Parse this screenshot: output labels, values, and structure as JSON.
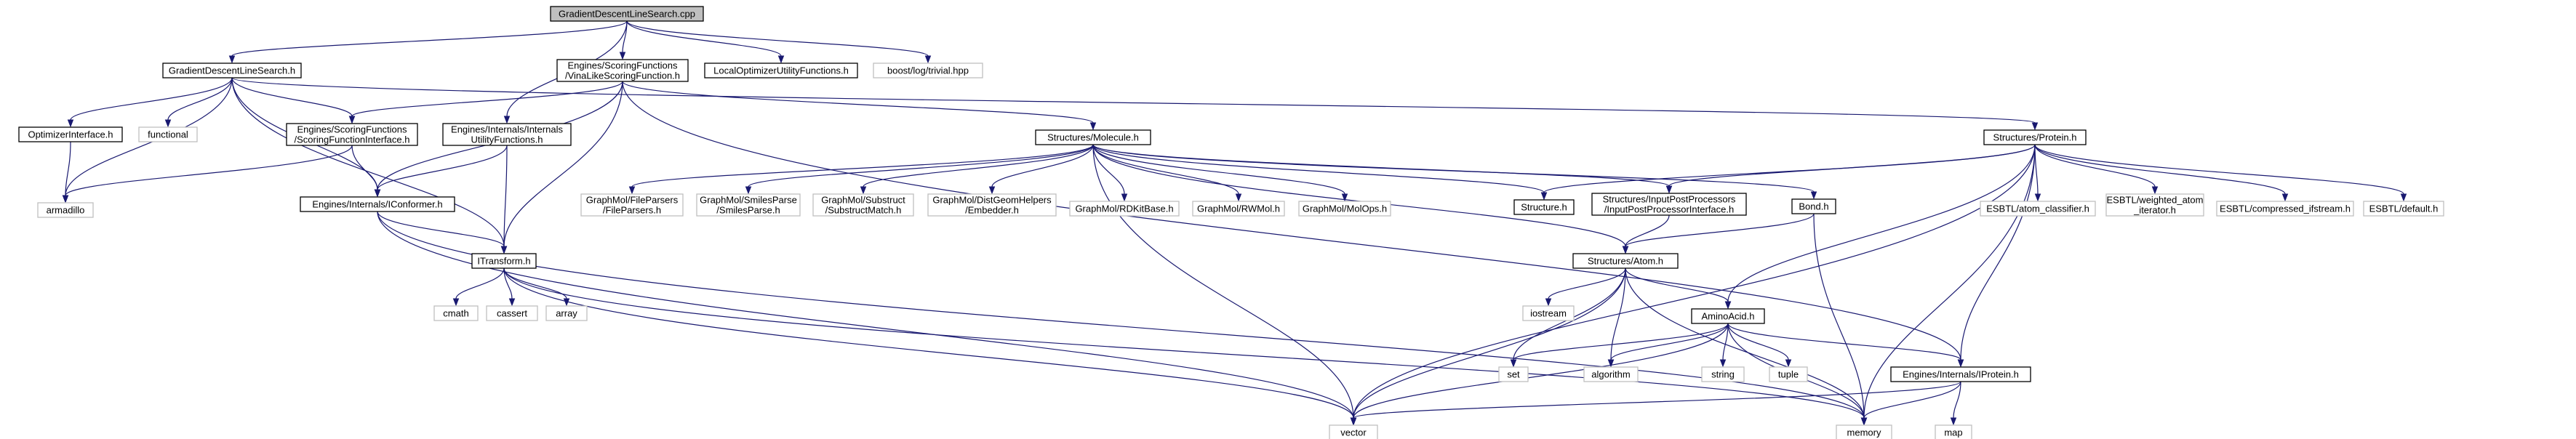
{
  "graph": {
    "title": "GradientDescentLineSearch.cpp",
    "colors": {
      "edge": "#191970",
      "root_fill": "#bfbfbf",
      "node_border": "#000000",
      "external_border": "#bfbfbf",
      "node_fill": "#ffffff"
    },
    "nodes": [
      {
        "id": "root",
        "lines": [
          "GradientDescentLineSearch.cpp"
        ],
        "kind": "root"
      },
      {
        "id": "gdls_h",
        "lines": [
          "GradientDescentLineSearch.h"
        ],
        "kind": "local"
      },
      {
        "id": "vina",
        "lines": [
          "Engines/ScoringFunctions",
          "/VinaLikeScoringFunction.h"
        ],
        "kind": "local"
      },
      {
        "id": "louf",
        "lines": [
          "LocalOptimizerUtilityFunctions.h"
        ],
        "kind": "local"
      },
      {
        "id": "trivial",
        "lines": [
          "boost/log/trivial.hpp"
        ],
        "kind": "ext"
      },
      {
        "id": "optint",
        "lines": [
          "OptimizerInterface.h"
        ],
        "kind": "local"
      },
      {
        "id": "functional",
        "lines": [
          "functional"
        ],
        "kind": "ext"
      },
      {
        "id": "sfi",
        "lines": [
          "Engines/ScoringFunctions",
          "/ScoringFunctionInterface.h"
        ],
        "kind": "local"
      },
      {
        "id": "iuf",
        "lines": [
          "Engines/Internals/Internals",
          "UtilityFunctions.h"
        ],
        "kind": "local"
      },
      {
        "id": "armadillo",
        "lines": [
          "armadillo"
        ],
        "kind": "ext"
      },
      {
        "id": "iconf",
        "lines": [
          "Engines/Internals/IConformer.h"
        ],
        "kind": "local"
      },
      {
        "id": "itrans",
        "lines": [
          "ITransform.h"
        ],
        "kind": "local"
      },
      {
        "id": "cmath",
        "lines": [
          "cmath"
        ],
        "kind": "ext"
      },
      {
        "id": "cassert",
        "lines": [
          "cassert"
        ],
        "kind": "ext"
      },
      {
        "id": "array",
        "lines": [
          "array"
        ],
        "kind": "ext"
      },
      {
        "id": "molecule",
        "lines": [
          "Structures/Molecule.h"
        ],
        "kind": "local"
      },
      {
        "id": "fileparsers",
        "lines": [
          "GraphMol/FileParsers",
          "/FileParsers.h"
        ],
        "kind": "ext"
      },
      {
        "id": "smiles",
        "lines": [
          "GraphMol/SmilesParse",
          "/SmilesParse.h"
        ],
        "kind": "ext"
      },
      {
        "id": "substruct",
        "lines": [
          "GraphMol/Substruct",
          "/SubstructMatch.h"
        ],
        "kind": "ext"
      },
      {
        "id": "distgeom",
        "lines": [
          "GraphMol/DistGeomHelpers",
          "/Embedder.h"
        ],
        "kind": "ext"
      },
      {
        "id": "rdkitbase",
        "lines": [
          "GraphMol/RDKitBase.h"
        ],
        "kind": "ext"
      },
      {
        "id": "rwmol",
        "lines": [
          "GraphMol/RWMol.h"
        ],
        "kind": "ext"
      },
      {
        "id": "molops",
        "lines": [
          "GraphMol/MolOps.h"
        ],
        "kind": "ext"
      },
      {
        "id": "structure",
        "lines": [
          "Structure.h"
        ],
        "kind": "local"
      },
      {
        "id": "ipp",
        "lines": [
          "Structures/InputPostProcessors",
          "/InputPostProcessorInterface.h"
        ],
        "kind": "local"
      },
      {
        "id": "bond",
        "lines": [
          "Bond.h"
        ],
        "kind": "local"
      },
      {
        "id": "atom",
        "lines": [
          "Structures/Atom.h"
        ],
        "kind": "local"
      },
      {
        "id": "protein",
        "lines": [
          "Structures/Protein.h"
        ],
        "kind": "local"
      },
      {
        "id": "atomclass",
        "lines": [
          "ESBTL/atom_classifier.h"
        ],
        "kind": "ext"
      },
      {
        "id": "weighted",
        "lines": [
          "ESBTL/weighted_atom",
          "_iterator.h"
        ],
        "kind": "ext"
      },
      {
        "id": "compressed",
        "lines": [
          "ESBTL/compressed_ifstream.h"
        ],
        "kind": "ext"
      },
      {
        "id": "default",
        "lines": [
          "ESBTL/default.h"
        ],
        "kind": "ext"
      },
      {
        "id": "iostream",
        "lines": [
          "iostream"
        ],
        "kind": "ext"
      },
      {
        "id": "aminoacid",
        "lines": [
          "AminoAcid.h"
        ],
        "kind": "local"
      },
      {
        "id": "set",
        "lines": [
          "set"
        ],
        "kind": "ext"
      },
      {
        "id": "algorithm",
        "lines": [
          "algorithm"
        ],
        "kind": "ext"
      },
      {
        "id": "string",
        "lines": [
          "string"
        ],
        "kind": "ext"
      },
      {
        "id": "tuple",
        "lines": [
          "tuple"
        ],
        "kind": "ext"
      },
      {
        "id": "iprotein",
        "lines": [
          "Engines/Internals/IProtein.h"
        ],
        "kind": "local"
      },
      {
        "id": "vector",
        "lines": [
          "vector"
        ],
        "kind": "ext"
      },
      {
        "id": "memory",
        "lines": [
          "memory"
        ],
        "kind": "ext"
      },
      {
        "id": "map",
        "lines": [
          "map"
        ],
        "kind": "ext"
      }
    ],
    "edges": [
      [
        "root",
        "gdls_h"
      ],
      [
        "root",
        "vina"
      ],
      [
        "root",
        "louf"
      ],
      [
        "root",
        "trivial"
      ],
      [
        "root",
        "iuf"
      ],
      [
        "gdls_h",
        "optint"
      ],
      [
        "gdls_h",
        "functional"
      ],
      [
        "gdls_h",
        "sfi"
      ],
      [
        "gdls_h",
        "armadillo"
      ],
      [
        "gdls_h",
        "iconf"
      ],
      [
        "gdls_h",
        "itrans"
      ],
      [
        "gdls_h",
        "protein"
      ],
      [
        "optint",
        "armadillo"
      ],
      [
        "sfi",
        "armadillo"
      ],
      [
        "sfi",
        "iconf"
      ],
      [
        "vina",
        "sfi"
      ],
      [
        "vina",
        "iconf"
      ],
      [
        "vina",
        "itrans"
      ],
      [
        "vina",
        "molecule"
      ],
      [
        "vina",
        "iprotein"
      ],
      [
        "iuf",
        "iconf"
      ],
      [
        "iuf",
        "itrans"
      ],
      [
        "iconf",
        "itrans"
      ],
      [
        "iconf",
        "vector"
      ],
      [
        "iconf",
        "memory"
      ],
      [
        "itrans",
        "cmath"
      ],
      [
        "itrans",
        "cassert"
      ],
      [
        "itrans",
        "array"
      ],
      [
        "itrans",
        "vector"
      ],
      [
        "itrans",
        "memory"
      ],
      [
        "molecule",
        "fileparsers"
      ],
      [
        "molecule",
        "smiles"
      ],
      [
        "molecule",
        "substruct"
      ],
      [
        "molecule",
        "distgeom"
      ],
      [
        "molecule",
        "rdkitbase"
      ],
      [
        "molecule",
        "rwmol"
      ],
      [
        "molecule",
        "molops"
      ],
      [
        "molecule",
        "structure"
      ],
      [
        "molecule",
        "ipp"
      ],
      [
        "molecule",
        "bond"
      ],
      [
        "molecule",
        "atom"
      ],
      [
        "molecule",
        "vector"
      ],
      [
        "protein",
        "structure"
      ],
      [
        "protein",
        "ipp"
      ],
      [
        "protein",
        "atomclass"
      ],
      [
        "protein",
        "weighted"
      ],
      [
        "protein",
        "compressed"
      ],
      [
        "protein",
        "default"
      ],
      [
        "protein",
        "aminoacid"
      ],
      [
        "protein",
        "iprotein"
      ],
      [
        "protein",
        "vector"
      ],
      [
        "protein",
        "memory"
      ],
      [
        "ipp",
        "atom"
      ],
      [
        "bond",
        "atom"
      ],
      [
        "bond",
        "memory"
      ],
      [
        "atom",
        "iostream"
      ],
      [
        "atom",
        "aminoacid"
      ],
      [
        "atom",
        "set"
      ],
      [
        "atom",
        "algorithm"
      ],
      [
        "atom",
        "vector"
      ],
      [
        "atom",
        "memory"
      ],
      [
        "aminoacid",
        "set"
      ],
      [
        "aminoacid",
        "algorithm"
      ],
      [
        "aminoacid",
        "string"
      ],
      [
        "aminoacid",
        "tuple"
      ],
      [
        "aminoacid",
        "iprotein"
      ],
      [
        "aminoacid",
        "vector"
      ],
      [
        "aminoacid",
        "memory"
      ],
      [
        "iprotein",
        "vector"
      ],
      [
        "iprotein",
        "memory"
      ],
      [
        "iprotein",
        "map"
      ]
    ]
  }
}
